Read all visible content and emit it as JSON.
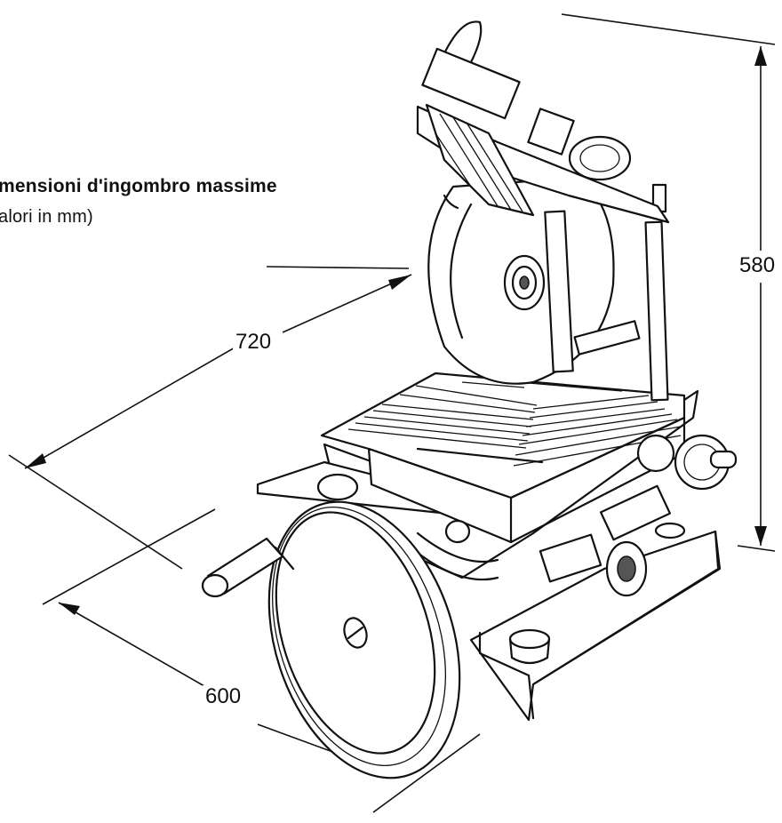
{
  "caption": {
    "line1": "mensioni d'ingombro massime",
    "line2": "alori in mm)"
  },
  "dimensions": {
    "depth": "720",
    "width": "600",
    "height": "580"
  },
  "colors": {
    "ink": "#111111",
    "paper": "#ffffff"
  }
}
